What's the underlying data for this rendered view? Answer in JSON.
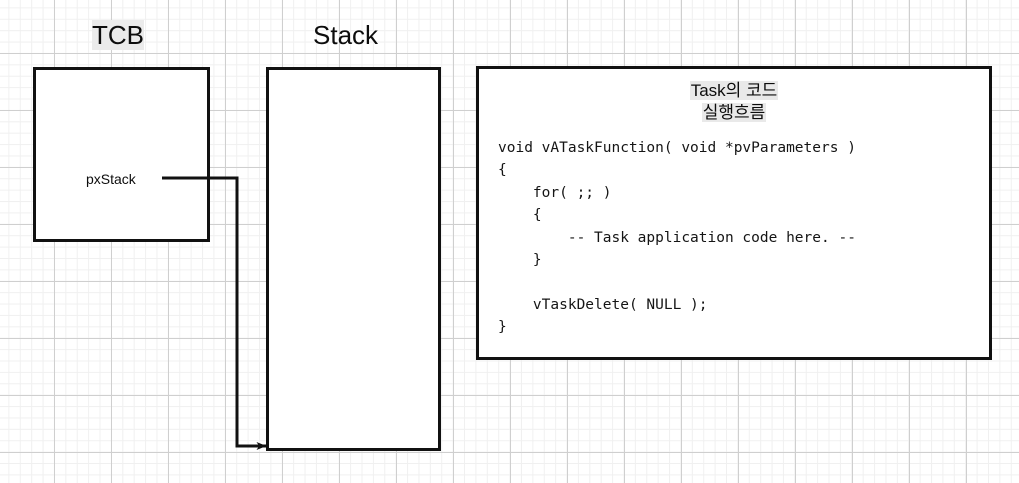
{
  "diagram": {
    "headings": [
      {
        "id": "tcb",
        "text": "TCB",
        "highlighted": true
      },
      {
        "id": "stack",
        "text": "Stack",
        "highlighted": false
      }
    ],
    "tcb_box": {
      "field_label": "pxStack"
    },
    "code_box": {
      "title_line1": "Task의 코드",
      "title_line2": "실행흐름",
      "code": "void vATaskFunction( void *pvParameters )\n{\n    for( ;; )\n    {\n        -- Task application code here. --\n    }\n\n    vTaskDelete( NULL );\n}"
    },
    "colors": {
      "stroke": "#111111",
      "grid_major": "#cfcfcf",
      "grid_minor": "#f0f0f0",
      "highlight": "#e9e9e9",
      "background": "#ffffff"
    }
  }
}
